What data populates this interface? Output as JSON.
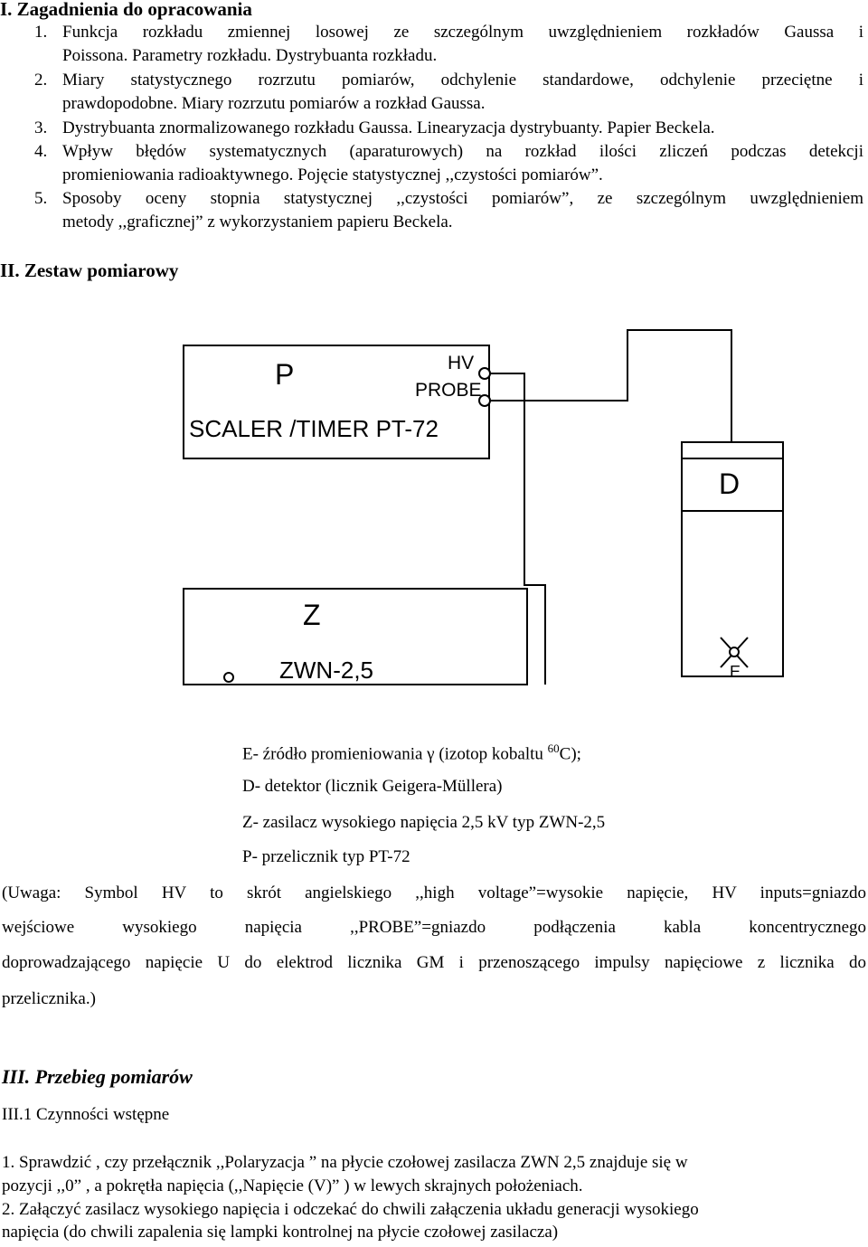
{
  "section1": {
    "title": "I. Zagadnienia do opracowania",
    "items": [
      {
        "num": "1.",
        "line1": "Funkcja rozkładu zmiennej losowej ze szczególnym uwzględnieniem rozkładów Gaussa i",
        "line2": "Poissona. Parametry rozkładu. Dystrybuanta rozkładu."
      },
      {
        "num": "2.",
        "line1": "Miary statystycznego rozrzutu pomiarów, odchylenie standardowe, odchylenie przeciętne i",
        "line2": "prawdopodobne. Miary rozrzutu pomiarów a rozkład Gaussa."
      },
      {
        "num": "3.",
        "line1": "Dystrybuanta znormalizowanego rozkładu Gaussa. Linearyzacja dystrybuanty. Papier Beckela."
      },
      {
        "num": "4.",
        "line1": "Wpływ błędów systematycznych (aparaturowych) na rozkład ilości zliczeń podczas detekcji",
        "line2": "promieniowania radioaktywnego. Pojęcie statystycznej ,,czystości pomiarów”."
      },
      {
        "num": "5.",
        "line1": "Sposoby oceny stopnia statystycznej ,,czystości pomiarów”, ze szczególnym uwzględnieniem",
        "line2": "metody ,,graficznej” z wykorzystaniem papieru Beckela."
      }
    ]
  },
  "section2": {
    "title": "II. Zestaw pomiarowy",
    "diagram": {
      "scaler_letter": "P",
      "scaler_name": "SCALER /TIMER PT-72",
      "hv_label": "HV",
      "probe_label": "PROBE",
      "detector_letter": "D",
      "supply_letter": "Z",
      "supply_name": "ZWN-2,5",
      "source_letter": "E"
    },
    "legend": {
      "e_before": "E- źródło promieniowania γ (izotop kobaltu ",
      "e_sup": "60",
      "e_after": "C);",
      "d": "D- detektor (licznik Geigera-Müllera)",
      "z": "Z- zasilacz wysokiego napięcia 2,5 kV typ ZWN-2,5",
      "p": "P- przelicznik typ PT-72"
    },
    "note": [
      "(Uwaga: Symbol HV to skrót angielskiego ,,high voltage”=wysokie napięcie, HV inputs=gniazdo",
      "wejściowe wysokiego napięcia ,,PROBE”=gniazdo podłączenia kabla koncentrycznego",
      "doprowadzającego napięcie U do elektrod licznika GM i przenoszącego impulsy napięciowe z licznika do",
      "przelicznika.)"
    ]
  },
  "section3": {
    "title": "III. Przebieg pomiarów",
    "subtitle_bold": "III.",
    "subtitle_rest": "1 Czynności wstępne",
    "steps": [
      "1. Sprawdzić , czy przełącznik ,,Polaryzacja ” na płycie czołowej zasilacza ZWN 2,5 znajduje się w",
      "pozycji ,,0” , a pokrętła napięcia (,,Napięcie (V)” ) w lewych skrajnych położeniach.",
      "2. Załączyć zasilacz wysokiego napięcia i odczekać do chwili załączenia układu generacji wysokiego",
      "napięcia (do chwili zapalenia się lampki kontrolnej na płycie czołowej zasilacza)"
    ]
  }
}
